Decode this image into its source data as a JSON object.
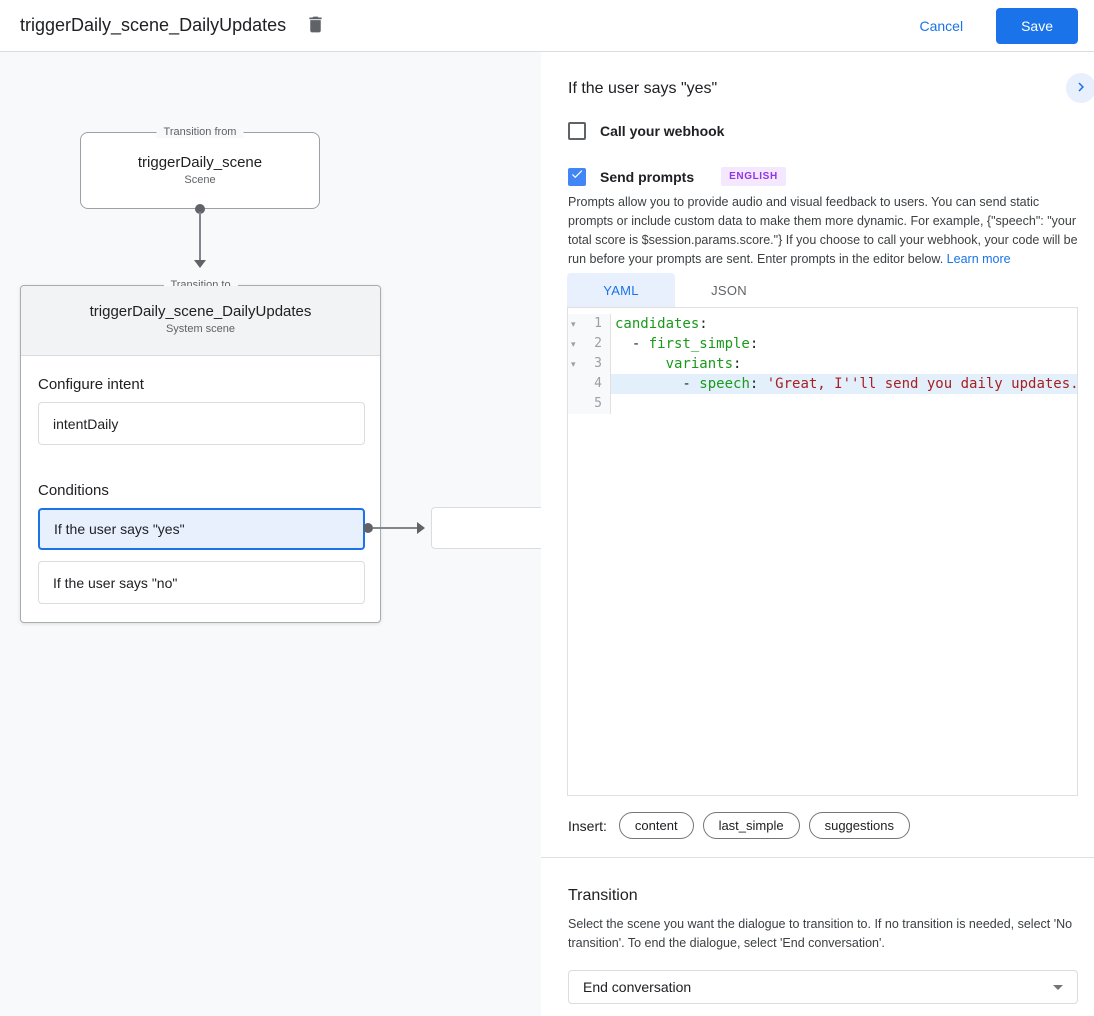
{
  "header": {
    "title": "triggerDaily_scene_DailyUpdates",
    "cancel_label": "Cancel",
    "save_label": "Save"
  },
  "canvas": {
    "from_node": {
      "badge": "Transition from",
      "title": "triggerDaily_scene",
      "subtitle": "Scene"
    },
    "to_node": {
      "badge": "Transition to",
      "title": "triggerDaily_scene_DailyUpdates",
      "subtitle": "System scene",
      "configure_intent_label": "Configure intent",
      "intent_value": "intentDaily",
      "conditions_label": "Conditions",
      "conditions": [
        {
          "label": "If the user says \"yes\"",
          "selected": true
        },
        {
          "label": "If the user says \"no\"",
          "selected": false
        }
      ]
    }
  },
  "panel": {
    "title": "If the user says \"yes\"",
    "webhook": {
      "label": "Call your webhook",
      "checked": false
    },
    "prompts": {
      "label": "Send prompts",
      "checked": true,
      "language_badge": "ENGLISH",
      "description": "Prompts allow you to provide audio and visual feedback to users. You can send static prompts or include custom data to make them more dynamic. For example, {\"speech\": \"your total score is $session.params.score.\"} If you choose to call your webhook, your code will be run before your prompts are sent. Enter prompts in the editor below. ",
      "learn_more_label": "Learn more"
    },
    "editor": {
      "tabs": [
        "YAML",
        "JSON"
      ],
      "active_tab": "YAML",
      "lines": [
        {
          "num": "1",
          "fold": true,
          "active": false,
          "segments": [
            {
              "c": "key",
              "v": "candidates"
            },
            {
              "c": "plain",
              "v": ":"
            }
          ]
        },
        {
          "num": "2",
          "fold": true,
          "active": false,
          "segments": [
            {
              "c": "plain",
              "v": "  - "
            },
            {
              "c": "key",
              "v": "first_simple"
            },
            {
              "c": "plain",
              "v": ":"
            }
          ]
        },
        {
          "num": "3",
          "fold": true,
          "active": false,
          "segments": [
            {
              "c": "plain",
              "v": "      "
            },
            {
              "c": "key",
              "v": "variants"
            },
            {
              "c": "plain",
              "v": ":"
            }
          ]
        },
        {
          "num": "4",
          "fold": false,
          "active": true,
          "segments": [
            {
              "c": "plain",
              "v": "        - "
            },
            {
              "c": "key",
              "v": "speech"
            },
            {
              "c": "plain",
              "v": ": "
            },
            {
              "c": "string",
              "v": "'Great, I''ll send you daily updates.'"
            }
          ]
        },
        {
          "num": "5",
          "fold": false,
          "active": false,
          "segments": []
        }
      ]
    },
    "insert": {
      "label": "Insert:",
      "chips": [
        "content",
        "last_simple",
        "suggestions"
      ]
    },
    "transition": {
      "title": "Transition",
      "description": "Select the scene you want the dialogue to transition to. If no transition is needed, select 'No transition'. To end the dialogue, select 'End conversation'.",
      "selected_value": "End conversation"
    }
  },
  "colors": {
    "accent_blue": "#1a73e8",
    "checkbox_blue": "#4285f4",
    "selected_condition_bg": "#e8f0fe",
    "badge_purple_text": "#9334e6",
    "badge_purple_bg": "#f3e8fd",
    "code_key_green": "#1a9a1a",
    "code_string_red": "#a62121",
    "active_line_bg": "#e3effb",
    "canvas_bg": "#f8f9fa"
  }
}
